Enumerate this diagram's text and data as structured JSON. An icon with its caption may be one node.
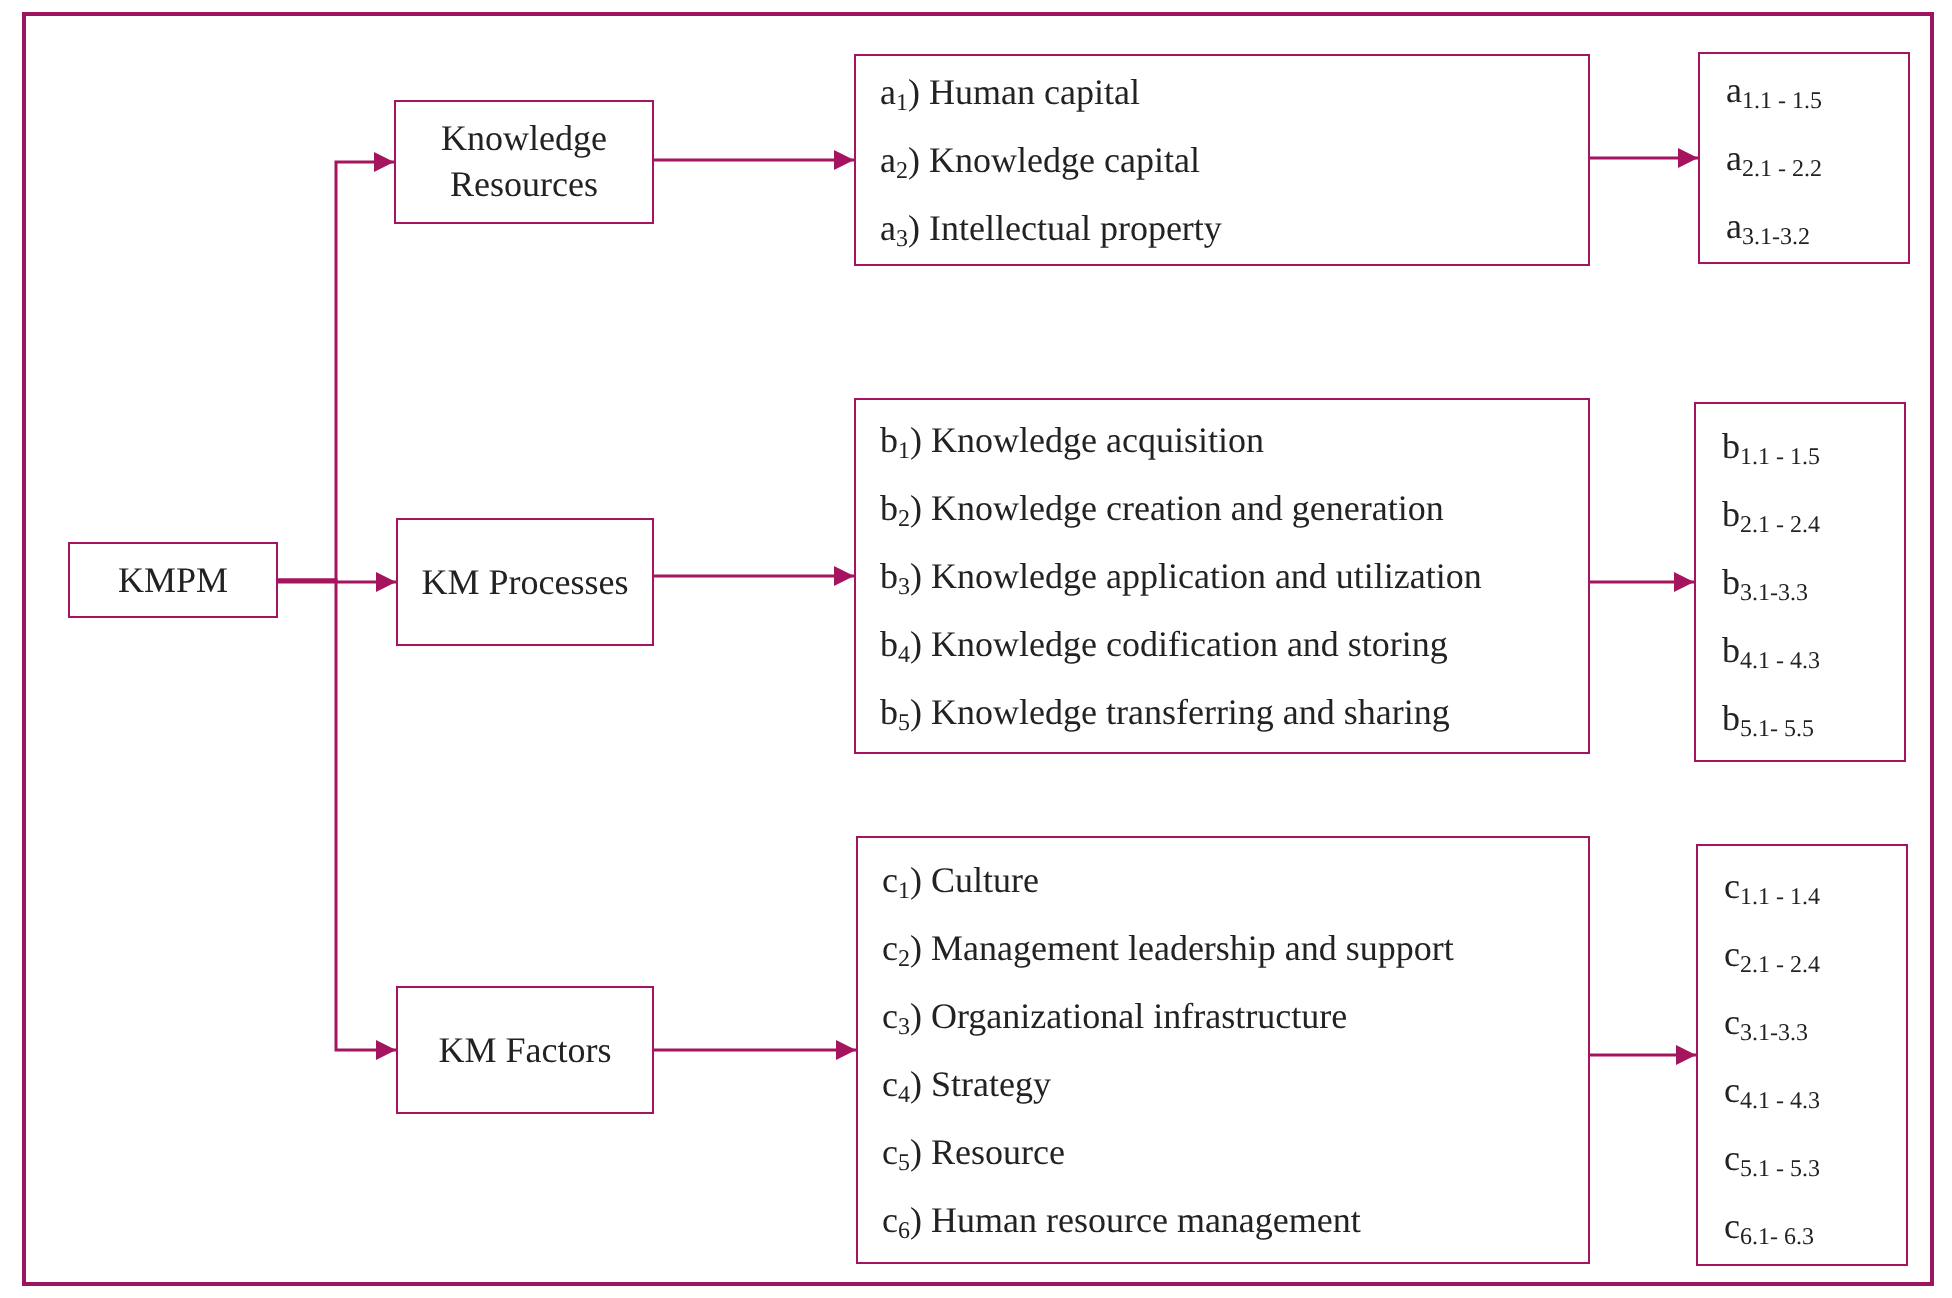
{
  "diagram": {
    "nodes": [
      {
        "text": [
          "KMPM"
        ]
      },
      {
        "text": [
          "Knowledge Resources"
        ]
      },
      {
        "text": [
          "KM Processes"
        ]
      },
      {
        "text": [
          "KM Factors"
        ]
      },
      {
        "text": [
          "a$_{1}$) Human capital",
          "a$_{2}$) Knowledge capital",
          "a$_{3}$) Intellectual property"
        ]
      },
      {
        "text": [
          "a$_{1.1 - 1.5}$",
          "a$_{2.1 - 2.2}$",
          "a$_{3.1-3.2}$"
        ]
      },
      {
        "text": [
          "b$_{1}$) Knowledge acquisition",
          "b$_{2}$) Knowledge creation and generation",
          "b$_{3}$) Knowledge application and utilization",
          "b$_{4}$) Knowledge codification and storing",
          "b$_{5}$) Knowledge transferring and sharing"
        ]
      },
      {
        "text": [
          "b$_{1.1 - 1.5}$",
          "b$_{2.1 - 2.4}$",
          "b$_{3.1-3.3}$",
          "b$_{4.1 - 4.3}$",
          "b$_{5.1- 5.5}$"
        ]
      },
      {
        "text": [
          "c$_{1}$) Culture",
          "c$_{2}$) Management leadership and support",
          "c$_{3}$) Organizational infrastructure",
          "c$_{4}$) Strategy",
          "c$_{5}$) Resource",
          "c$_{6}$) Human resource management"
        ]
      },
      {
        "text": [
          "c$_{1.1 - 1.4}$",
          "c$_{2.1 - 2.4}$",
          "c$_{3.1-3.3}$",
          "c$_{4.1 - 4.3}$",
          "c$_{5.1 - 5.3}$",
          "c$_{6.1- 6.3}$"
        ]
      }
    ],
    "edges": [
      {
        "from": 0,
        "to": 1,
        "arrow": "to"
      },
      {
        "from": 0,
        "to": 2,
        "arrow": "to"
      },
      {
        "from": 0,
        "to": 3,
        "arrow": "to"
      },
      {
        "from": 1,
        "to": 4,
        "arrow": "to"
      },
      {
        "from": 4,
        "to": 5,
        "arrow": "to"
      },
      {
        "from": 2,
        "to": 6,
        "arrow": "to"
      },
      {
        "from": 6,
        "to": 7,
        "arrow": "to"
      },
      {
        "from": 3,
        "to": 8,
        "arrow": "to"
      },
      {
        "from": 8,
        "to": 9,
        "arrow": "to"
      }
    ]
  }
}
